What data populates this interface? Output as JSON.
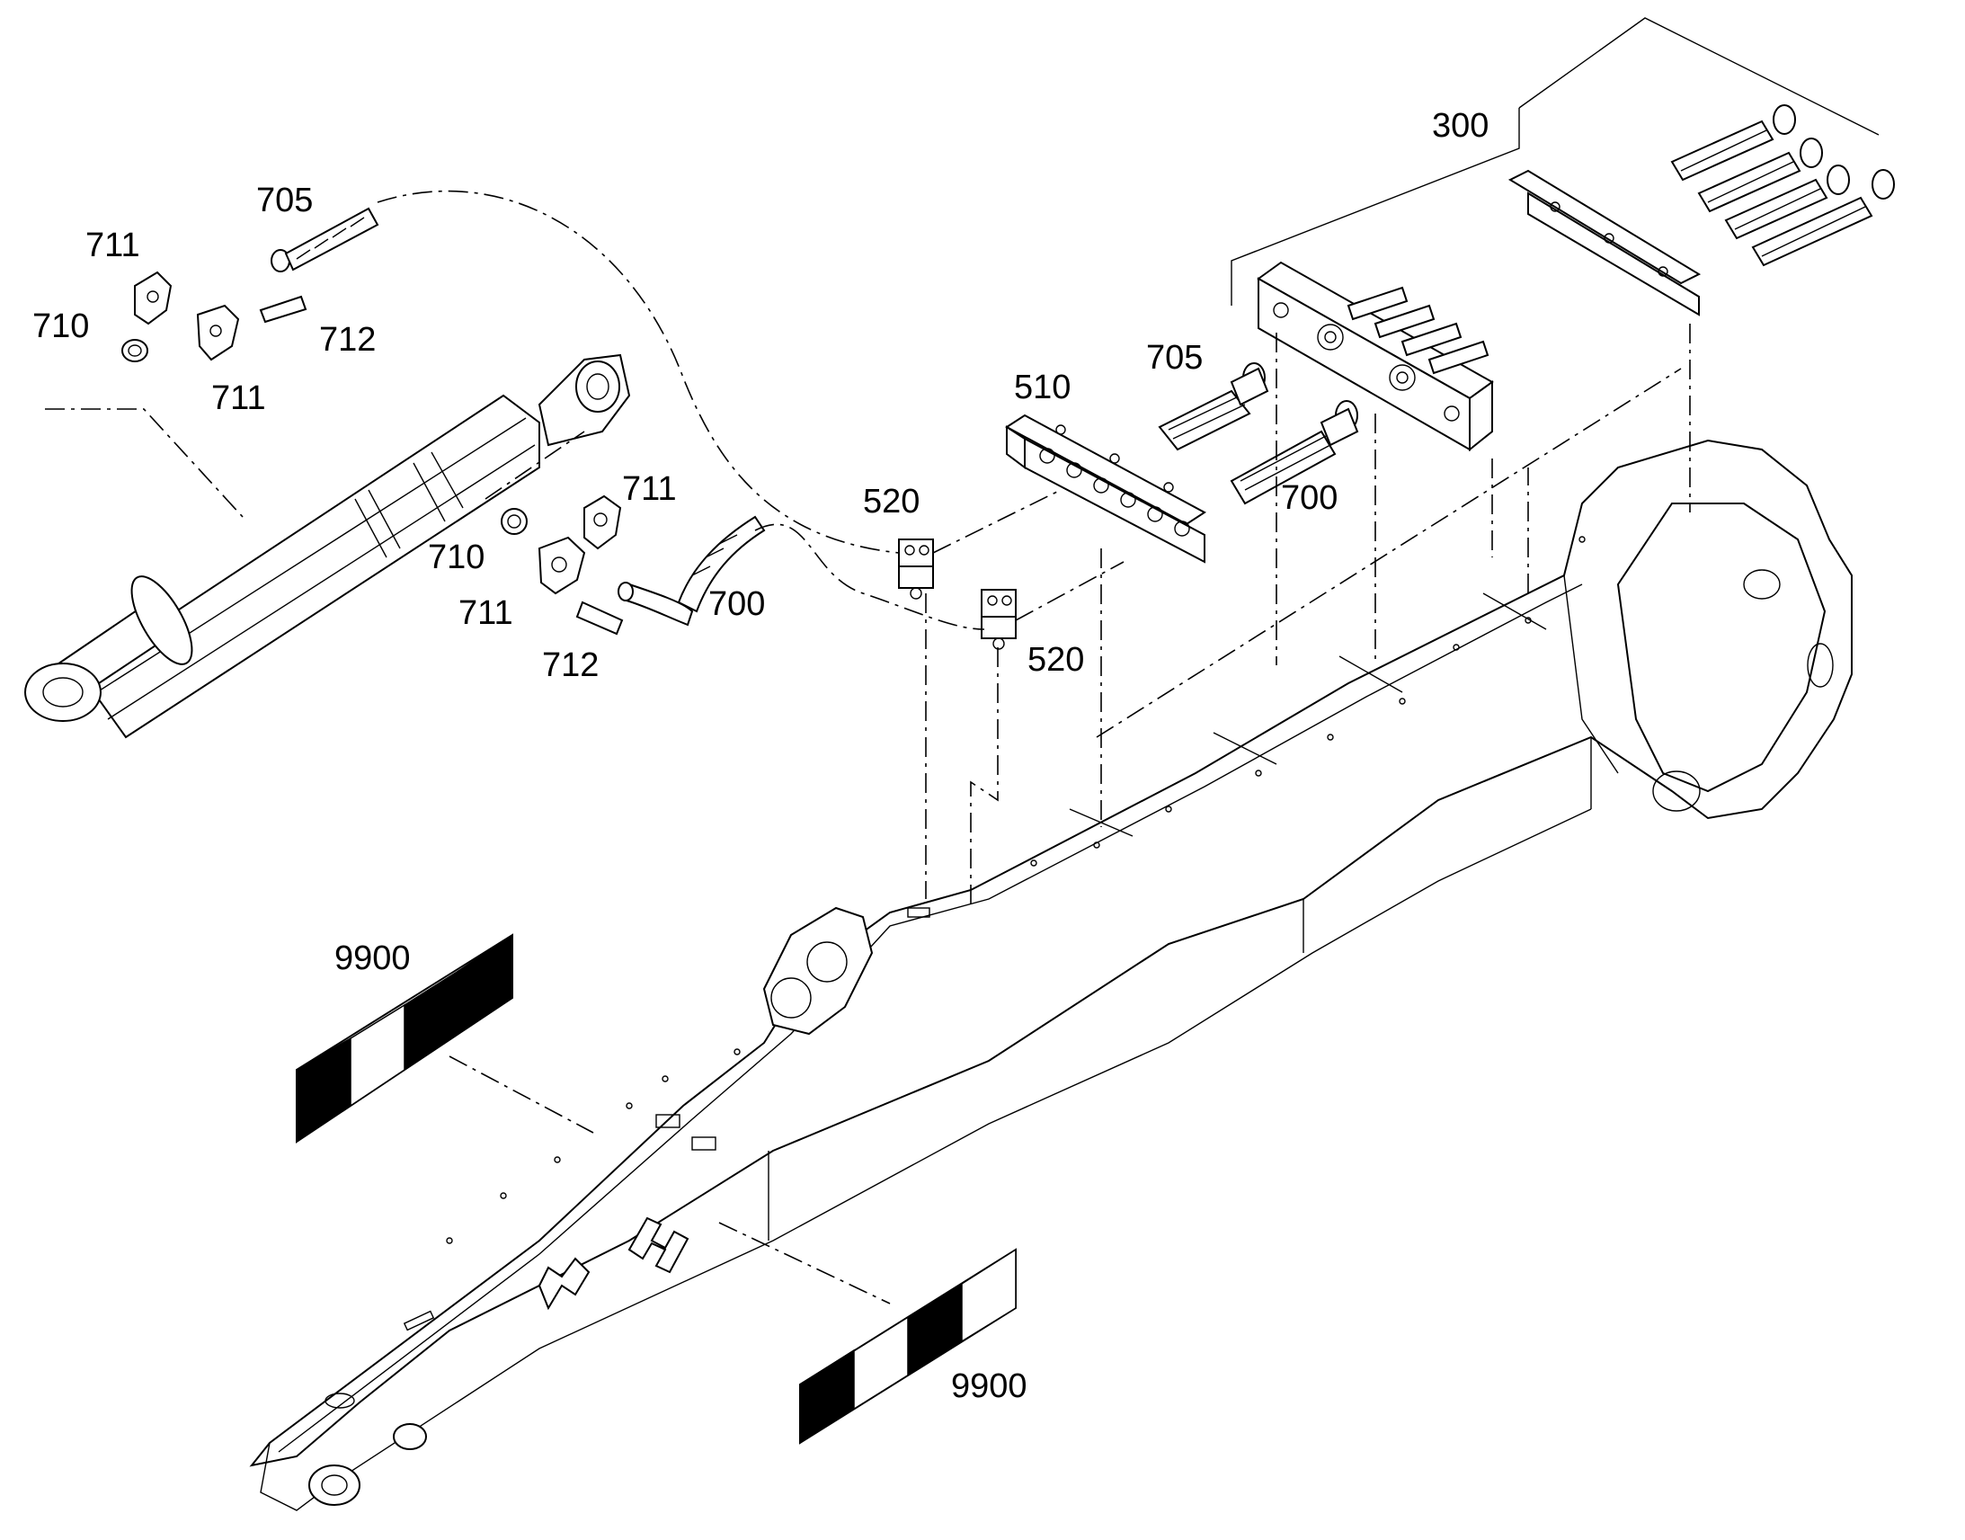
{
  "diagram": {
    "callouts": {
      "c300": "300",
      "c510": "510",
      "c520a": "520",
      "c520b": "520",
      "c700a": "700",
      "c700b": "700",
      "c705a": "705",
      "c705b": "705",
      "c710a": "710",
      "c710b": "710",
      "c711a": "711",
      "c711b": "711",
      "c711c": "711",
      "c711d": "711",
      "c712a": "712",
      "c712b": "712",
      "c9900a": "9900",
      "c9900b": "9900"
    },
    "colors": {
      "line": "#000000",
      "background": "#ffffff"
    }
  }
}
